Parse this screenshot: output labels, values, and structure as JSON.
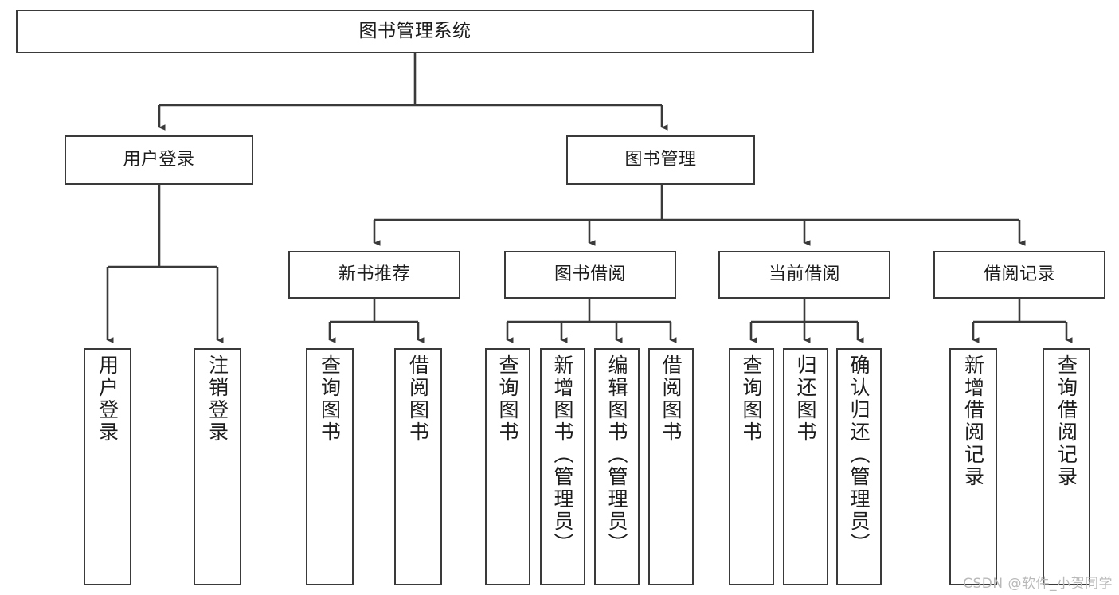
{
  "diagram": {
    "title": "图书管理系统",
    "watermark": "CSDN @软件_小贺同学",
    "line_color": "#3a3a3a",
    "box_fill": "#ffffff",
    "text_color": "#1d1d1d",
    "watermark_color": "#b9b9b9"
  },
  "nodes": {
    "root": {
      "label": "图书管理系统"
    },
    "level2": [
      {
        "label": "用户登录"
      },
      {
        "label": "图书管理"
      }
    ],
    "level3": [
      {
        "label": "新书推荐"
      },
      {
        "label": "图书借阅"
      },
      {
        "label": "当前借阅"
      },
      {
        "label": "借阅记录"
      }
    ],
    "leaves": {
      "user_login": [
        {
          "label": "用户登录"
        },
        {
          "label": "注销登录"
        }
      ],
      "new_book": [
        {
          "label": "查询图书"
        },
        {
          "label": "借阅图书"
        }
      ],
      "book_borrow": [
        {
          "label": "查询图书"
        },
        {
          "label": "新增图书（管理员）"
        },
        {
          "label": "编辑图书（管理员）"
        },
        {
          "label": "借阅图书"
        }
      ],
      "current_borrow": [
        {
          "label": "查询图书"
        },
        {
          "label": "归还图书"
        },
        {
          "label": "确认归还（管理员）"
        }
      ],
      "borrow_record": [
        {
          "label": "新增借阅记录"
        },
        {
          "label": "查询借阅记录"
        }
      ]
    }
  }
}
